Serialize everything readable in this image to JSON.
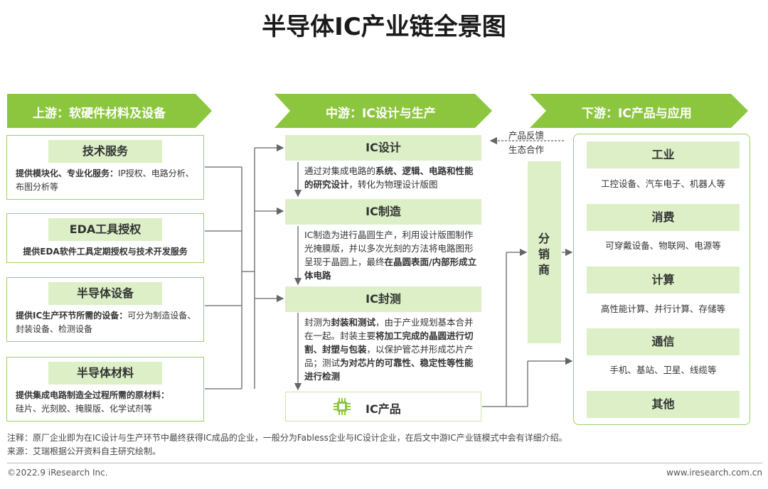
{
  "title": "半导体IC产业链全景图",
  "upstream": {
    "banner": "上游：软硬件材料及设备",
    "boxes": [
      {
        "title": "技术服务",
        "bold": "提供模块化、专业化服务：",
        "text": "IP授权、电路分析、布图分析等"
      },
      {
        "title": "EDA工具授权",
        "bold": "提供EDA软件工具定期授权与技术开发服务",
        "text": ""
      },
      {
        "title": "半导体设备",
        "bold": "提供IC生产环节所需的设备：",
        "text": "可分为制造设备、封装设备、检测设备"
      },
      {
        "title": "半导体材料",
        "bold": "提供集成电路制造全过程所需的原材料：",
        "text": "硅片、光刻胶、掩膜版、化学试剂等"
      }
    ]
  },
  "midstream": {
    "banner": "中游：IC设计与生产",
    "design": {
      "title": "IC设计",
      "t1": "通过对集成电路的",
      "b1": "系统、逻辑、电路和性能的研究设计",
      "t2": "，转化为物理设计版图"
    },
    "manufacturing": {
      "title": "IC制造",
      "t1": "IC制造为进行晶圆生产，利用设计版图制作光掩膜版，并以多次光刻的方法将电路图形呈现于晶圆上，最终",
      "b1": "在晶圆表面/内部形成立体电路"
    },
    "testing": {
      "title": "IC封测",
      "t1": "封测为",
      "b1": "封装和测试",
      "t2": "，由于产业规划基本合并在一起。封装主要",
      "b2": "将加工完成的晶圆进行切割、封塑与包装",
      "t3": "，以保护管芯并形成芯片产品；测试",
      "b3": "为对芯片的可靠性、稳定性等性能进行检测"
    },
    "product": "IC产品"
  },
  "feedback": {
    "line1": "产品反馈",
    "line2": "生态合作"
  },
  "distributor": "分销商",
  "downstream": {
    "banner": "下游：IC产品与应用",
    "items": [
      {
        "title": "工业",
        "text": "工控设备、汽车电子、机器人等"
      },
      {
        "title": "消费",
        "text": "可穿戴设备、物联网、电源等"
      },
      {
        "title": "计算",
        "text": "高性能计算、并行计算、存储等"
      },
      {
        "title": "通信",
        "text": "手机、基站、卫星、线缆等"
      },
      {
        "title": "其他",
        "text": ""
      }
    ]
  },
  "notes": {
    "note": "注释：原厂企业即为在IC设计与生产环节中最终获得IC成品的企业，一般分为Fabless企业与IC设计企业，在后文中游IC产业链模式中会有详细介绍。",
    "source": "来源：艾瑞根据公开资料自主研究绘制。"
  },
  "footer": {
    "left": "©2022.9 iResearch Inc.",
    "right": "www.iresearch.com.cn"
  },
  "colors": {
    "accent": "#8cc63f",
    "light": "#dcefc6",
    "border": "#9bd061"
  }
}
